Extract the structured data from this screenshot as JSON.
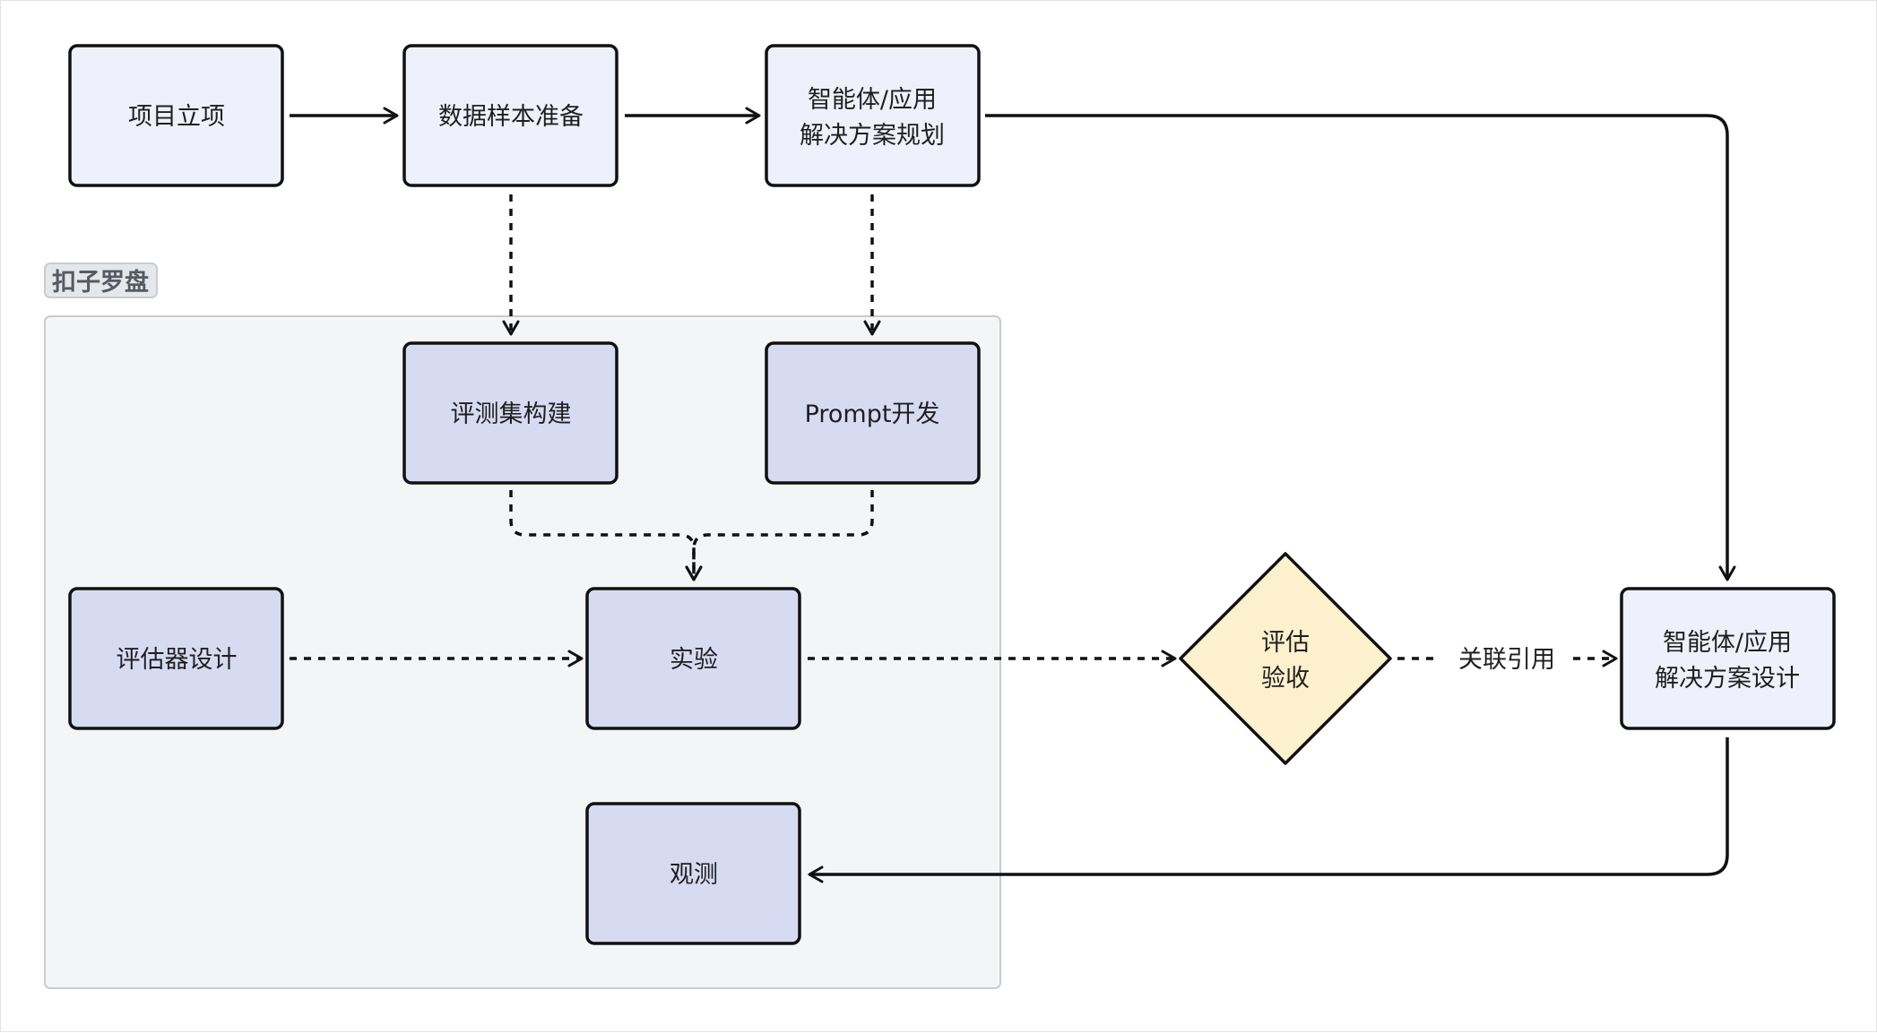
{
  "group": {
    "label": "扣子罗盘"
  },
  "nodes": {
    "project_init": "项目立项",
    "data_prep": "数据样本准备",
    "agent_plan_line1": "智能体/应用",
    "agent_plan_line2": "解决方案规划",
    "eval_set_build": "评测集构建",
    "prompt_dev": "Prompt开发",
    "evaluator_design": "评估器设计",
    "experiment": "实验",
    "observe": "观测",
    "eval_accept_line1": "评估",
    "eval_accept_line2": "验收",
    "agent_design_line1": "智能体/应用",
    "agent_design_line2": "解决方案设计"
  },
  "edges": {
    "reference_label": "关联引用"
  },
  "colors": {
    "stroke": "#111111",
    "light_node_fill": "#eef1fb",
    "platform_node_fill": "#d7dbf2",
    "decision_fill": "#fdf0cc",
    "group_fill": "#f4f5f7",
    "group_border": "#c9cbd0",
    "tag_fill": "#e6e7ea"
  }
}
